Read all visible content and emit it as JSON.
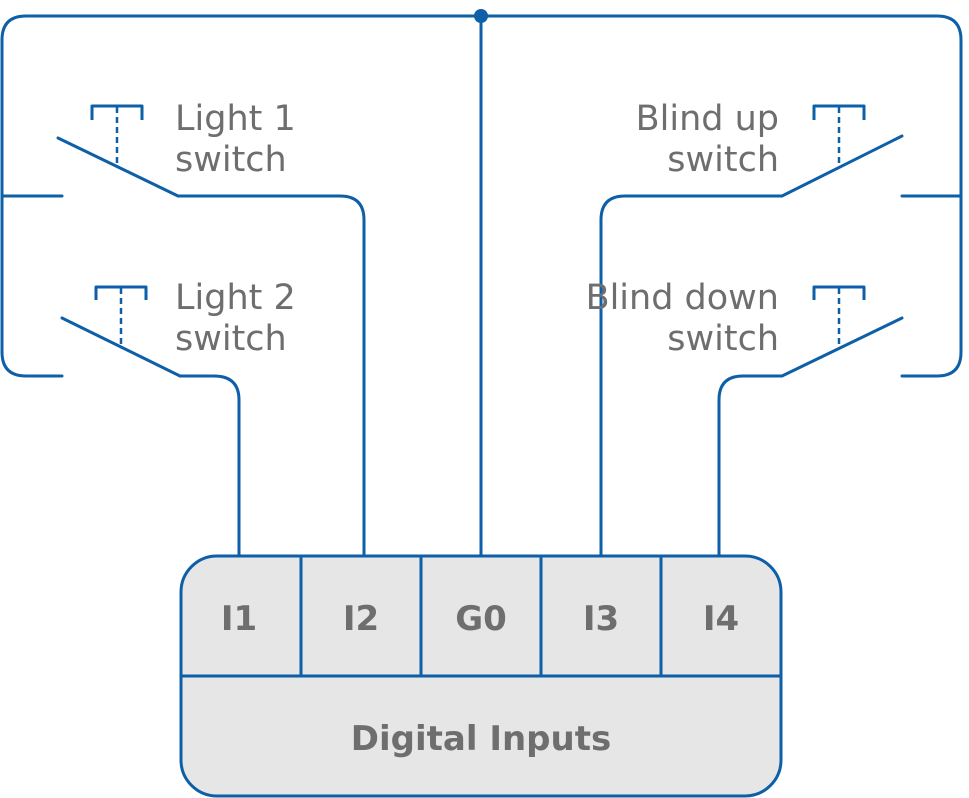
{
  "colors": {
    "wire": "#0d5fa8",
    "text": "#6e6e6e",
    "block_fill": "#e6e6e6",
    "background": "#ffffff"
  },
  "switches": {
    "light1": {
      "line1": "Light 1",
      "line2": "switch"
    },
    "light2": {
      "line1": "Light 2",
      "line2": "switch"
    },
    "blind_up": {
      "line1": "Blind up",
      "line2": "switch"
    },
    "blind_down": {
      "line1": "Blind down",
      "line2": "switch"
    }
  },
  "terminals": [
    "I1",
    "I2",
    "G0",
    "I3",
    "I4"
  ],
  "block": {
    "label": "Digital Inputs"
  }
}
